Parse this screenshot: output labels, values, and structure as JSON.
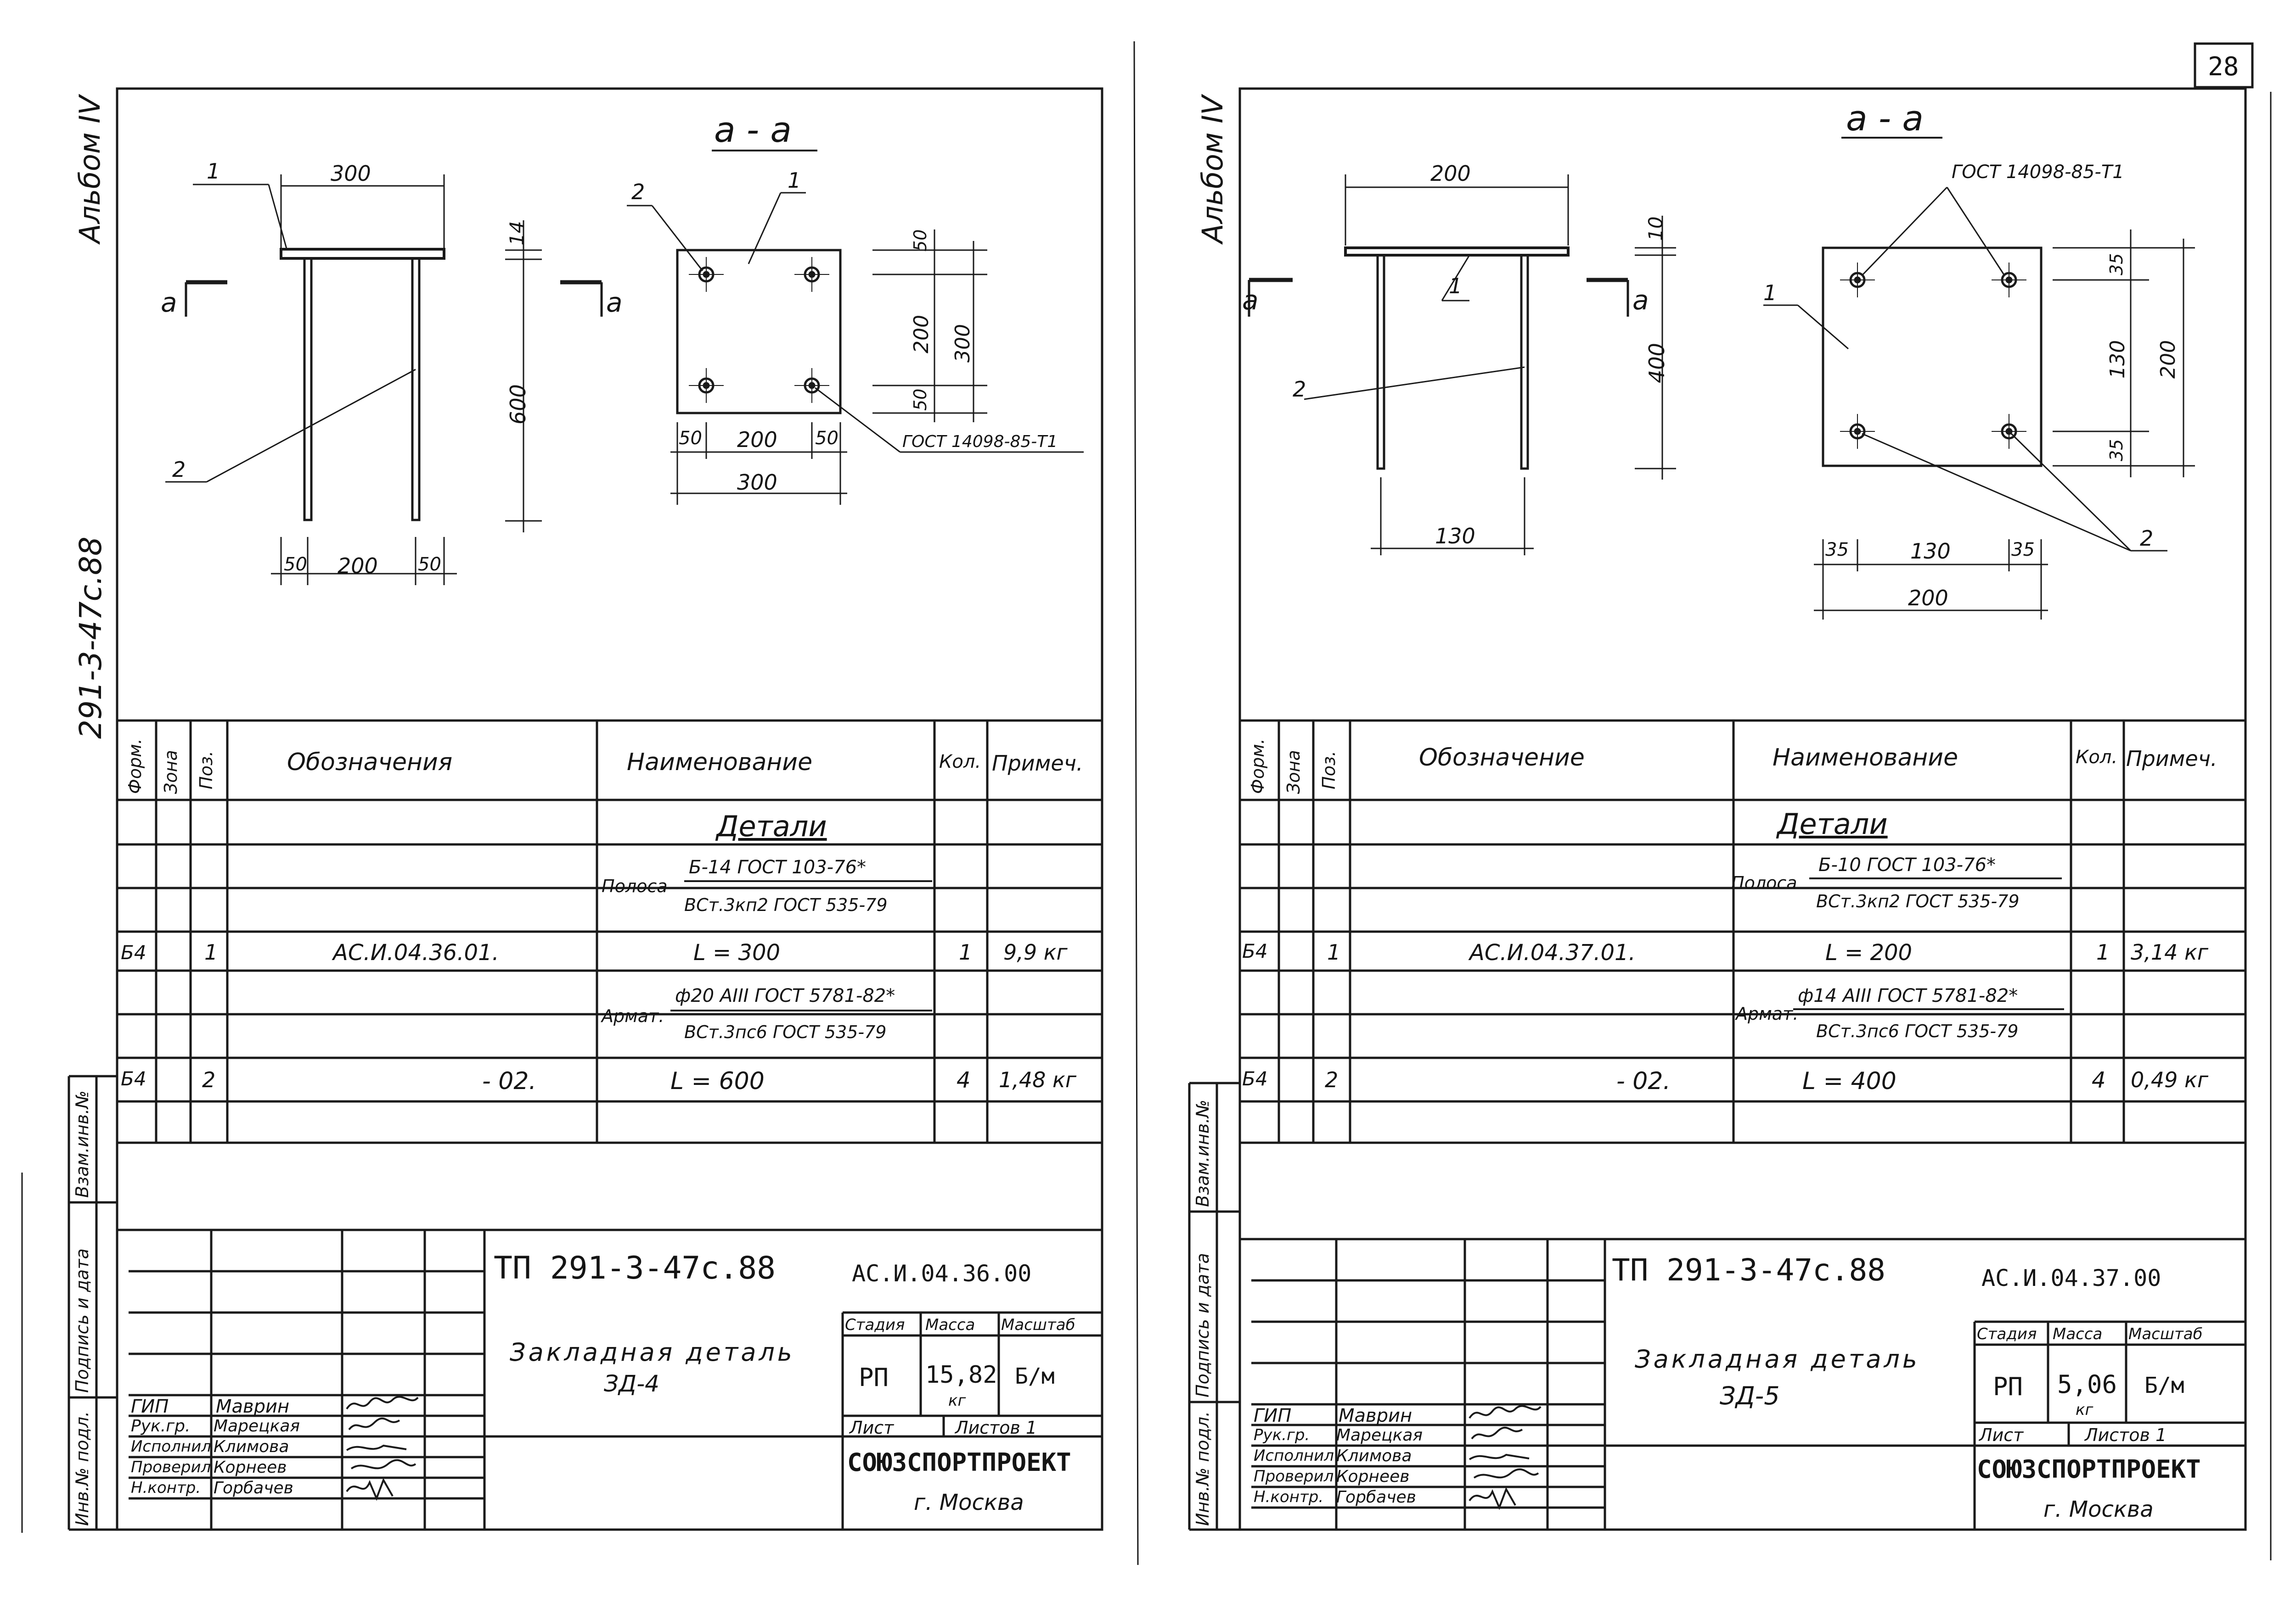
{
  "page_number": "28",
  "sheets": [
    {
      "side_album": "Альбом IV",
      "side_code": "291-3-47с.88",
      "section_label": "а - а",
      "section_mark": "а",
      "dims": {
        "top_width": "300",
        "plate_thk": "14",
        "height": "600",
        "bottom_left": "50",
        "bottom_mid": "200",
        "bottom_right": "50",
        "plan_left": "50",
        "plan_mid": "200",
        "plan_right": "50",
        "plan_total": "300",
        "plan_top": "50",
        "plan_inner": "200",
        "plan_outer": "300",
        "plan_bot": "50"
      },
      "callouts": {
        "pos1": "1",
        "pos2": "2",
        "plan_pos2": "2",
        "plan_pos1": "1",
        "gost_weld": "ГОСТ 14098-85-Т1"
      },
      "table": {
        "headers": {
          "form": "Форм.",
          "zone": "Зона",
          "pos": "Поз.",
          "designation": "Обозначения",
          "name": "Наименование",
          "qty": "Кол.",
          "note": "Примеч."
        },
        "section": "Детали",
        "rows": [
          {
            "form": "",
            "pos": "",
            "designation": "",
            "name_prefix": "Полоса",
            "name_top": "Б-14 ГОСТ 103-76*",
            "name_bottom": "ВСт.3кп2 ГОСТ 535-79",
            "qty": "",
            "note": ""
          },
          {
            "form": "Б4",
            "pos": "1",
            "designation": "АС.И.04.36.01.",
            "name": "L = 300",
            "qty": "1",
            "note": "9,9 кг"
          },
          {
            "form": "",
            "pos": "",
            "designation": "",
            "name_prefix": "Армат.",
            "name_top": "ф20 АIII ГОСТ 5781-82*",
            "name_bottom": "ВСт.3пс6 ГОСТ 535-79",
            "qty": "",
            "note": ""
          },
          {
            "form": "Б4",
            "pos": "2",
            "designation": "- 02.",
            "name": "L = 600",
            "qty": "4",
            "note": "1,48 кг"
          }
        ]
      },
      "stamp": {
        "doc_code": "ТП 291-3-47с.88",
        "doc_number": "АС.И.04.36.00",
        "title_line1": "Закладная деталь",
        "title_line2": "ЗД-4",
        "stage_label": "Стадия",
        "mass_label": "Масса",
        "scale_label": "Масштаб",
        "stage": "РП",
        "mass": "15,82",
        "mass_unit": "кг",
        "scale": "Б/м",
        "sheet_label": "Лист",
        "sheets_label": "Листов 1",
        "org": "СОЮЗСПОРТПРОЕКТ",
        "city": "г. Москва",
        "people": [
          {
            "role": "ГИП",
            "name": "Маврин"
          },
          {
            "role": "Рук.гр.",
            "name": "Марецкая"
          },
          {
            "role": "Исполнил",
            "name": "Климова"
          },
          {
            "role": "Проверил",
            "name": "Корнеев"
          },
          {
            "role": "Н.контр.",
            "name": "Горбачев"
          }
        ],
        "side_cols": [
          "Взам.инв.№",
          "Подпись и дата",
          "Инв.№ подл."
        ]
      }
    },
    {
      "side_album": "Альбом IV",
      "section_label": "а - а",
      "section_mark": "а",
      "dims": {
        "top_width": "200",
        "plate_thk": "10",
        "height": "400",
        "bottom": "130",
        "plan_left": "35",
        "plan_mid": "130",
        "plan_right": "35",
        "plan_total": "200",
        "plan_top": "35",
        "plan_inner": "130",
        "plan_outer": "200",
        "plan_bot": "35"
      },
      "callouts": {
        "pos1": "1",
        "pos2": "2",
        "plan_pos1": "1",
        "plan_pos2": "2",
        "gost_weld": "ГОСТ 14098-85-Т1"
      },
      "table": {
        "headers": {
          "form": "Форм.",
          "zone": "Зона",
          "pos": "Поз.",
          "designation": "Обозначение",
          "name": "Наименование",
          "qty": "Кол.",
          "note": "Примеч."
        },
        "section": "Детали",
        "rows": [
          {
            "form": "",
            "pos": "",
            "designation": "",
            "name_prefix": "Полоса",
            "name_top": "Б-10 ГОСТ 103-76*",
            "name_bottom": "ВСт.3кп2 ГОСТ 535-79",
            "qty": "",
            "note": ""
          },
          {
            "form": "Б4",
            "pos": "1",
            "designation": "АС.И.04.37.01.",
            "name": "L = 200",
            "qty": "1",
            "note": "3,14 кг"
          },
          {
            "form": "",
            "pos": "",
            "designation": "",
            "name_prefix": "Армат.",
            "name_top": "ф14 АIII ГОСТ 5781-82*",
            "name_bottom": "ВСт.3пс6 ГОСТ 535-79",
            "qty": "",
            "note": ""
          },
          {
            "form": "Б4",
            "pos": "2",
            "designation": "- 02.",
            "name": "L = 400",
            "qty": "4",
            "note": "0,49 кг"
          }
        ]
      },
      "stamp": {
        "doc_code": "ТП 291-3-47с.88",
        "doc_number": "АС.И.04.37.00",
        "title_line1": "Закладная деталь",
        "title_line2": "ЗД-5",
        "stage_label": "Стадия",
        "mass_label": "Масса",
        "scale_label": "Масштаб",
        "stage": "РП",
        "mass": "5,06",
        "mass_unit": "кг",
        "scale": "Б/м",
        "sheet_label": "Лист",
        "sheets_label": "Листов 1",
        "org": "СОЮЗСПОРТПРОЕКТ",
        "city": "г. Москва",
        "people": [
          {
            "role": "ГИП",
            "name": "Маврин"
          },
          {
            "role": "Рук.гр.",
            "name": "Марецкая"
          },
          {
            "role": "Исполнил",
            "name": "Климова"
          },
          {
            "role": "Проверил",
            "name": "Корнеев"
          },
          {
            "role": "Н.контр.",
            "name": "Горбачев"
          }
        ],
        "side_cols": [
          "Взам.инв.№",
          "Подпись и дата",
          "Инв.№ подл."
        ]
      }
    }
  ]
}
